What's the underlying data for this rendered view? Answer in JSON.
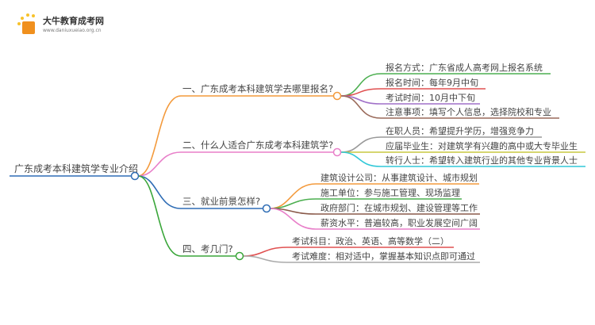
{
  "logo": {
    "name": "大牛教育成考网",
    "url": "www.daniuxueiao.org.cn"
  },
  "root": "广东成考本科建筑学专业介绍",
  "branches": [
    {
      "label": "一、广东成考本科建筑学去哪里报名?",
      "color": "#f39a3c",
      "leaves": [
        "报名方式：广东省成人高考网上报名系统",
        "报名时间：每年9月中旬",
        "考试时间：10月中下旬",
        "注意事项：填写个人信息，选择院校和专业"
      ]
    },
    {
      "label": "二、什么人适合广东成考本科建筑学?",
      "color": "#e87fc9",
      "leaves": [
        "在职人员：希望提升学历，增强竞争力",
        "应届毕业生：对建筑学有兴趣的高中或大专毕业生",
        "转行人士：希望转入建筑行业的其他专业背景人士"
      ]
    },
    {
      "label": "三、就业前景怎样?",
      "color": "#2f6db5",
      "leaves": [
        "建筑设计公司：从事建筑设计、城市规划",
        "施工单位：参与施工管理、现场监理",
        "政府部门：在城市规划、建设管理等工作",
        "薪资水平：普遍较高，职业发展空间广阔"
      ]
    },
    {
      "label": "四、考几门?",
      "color": "#3aa63a",
      "leaves": [
        "考试科目：政治、英语、高等数学（二）",
        "考试难度：相对适中，掌握基本知识点即可通过"
      ]
    }
  ]
}
